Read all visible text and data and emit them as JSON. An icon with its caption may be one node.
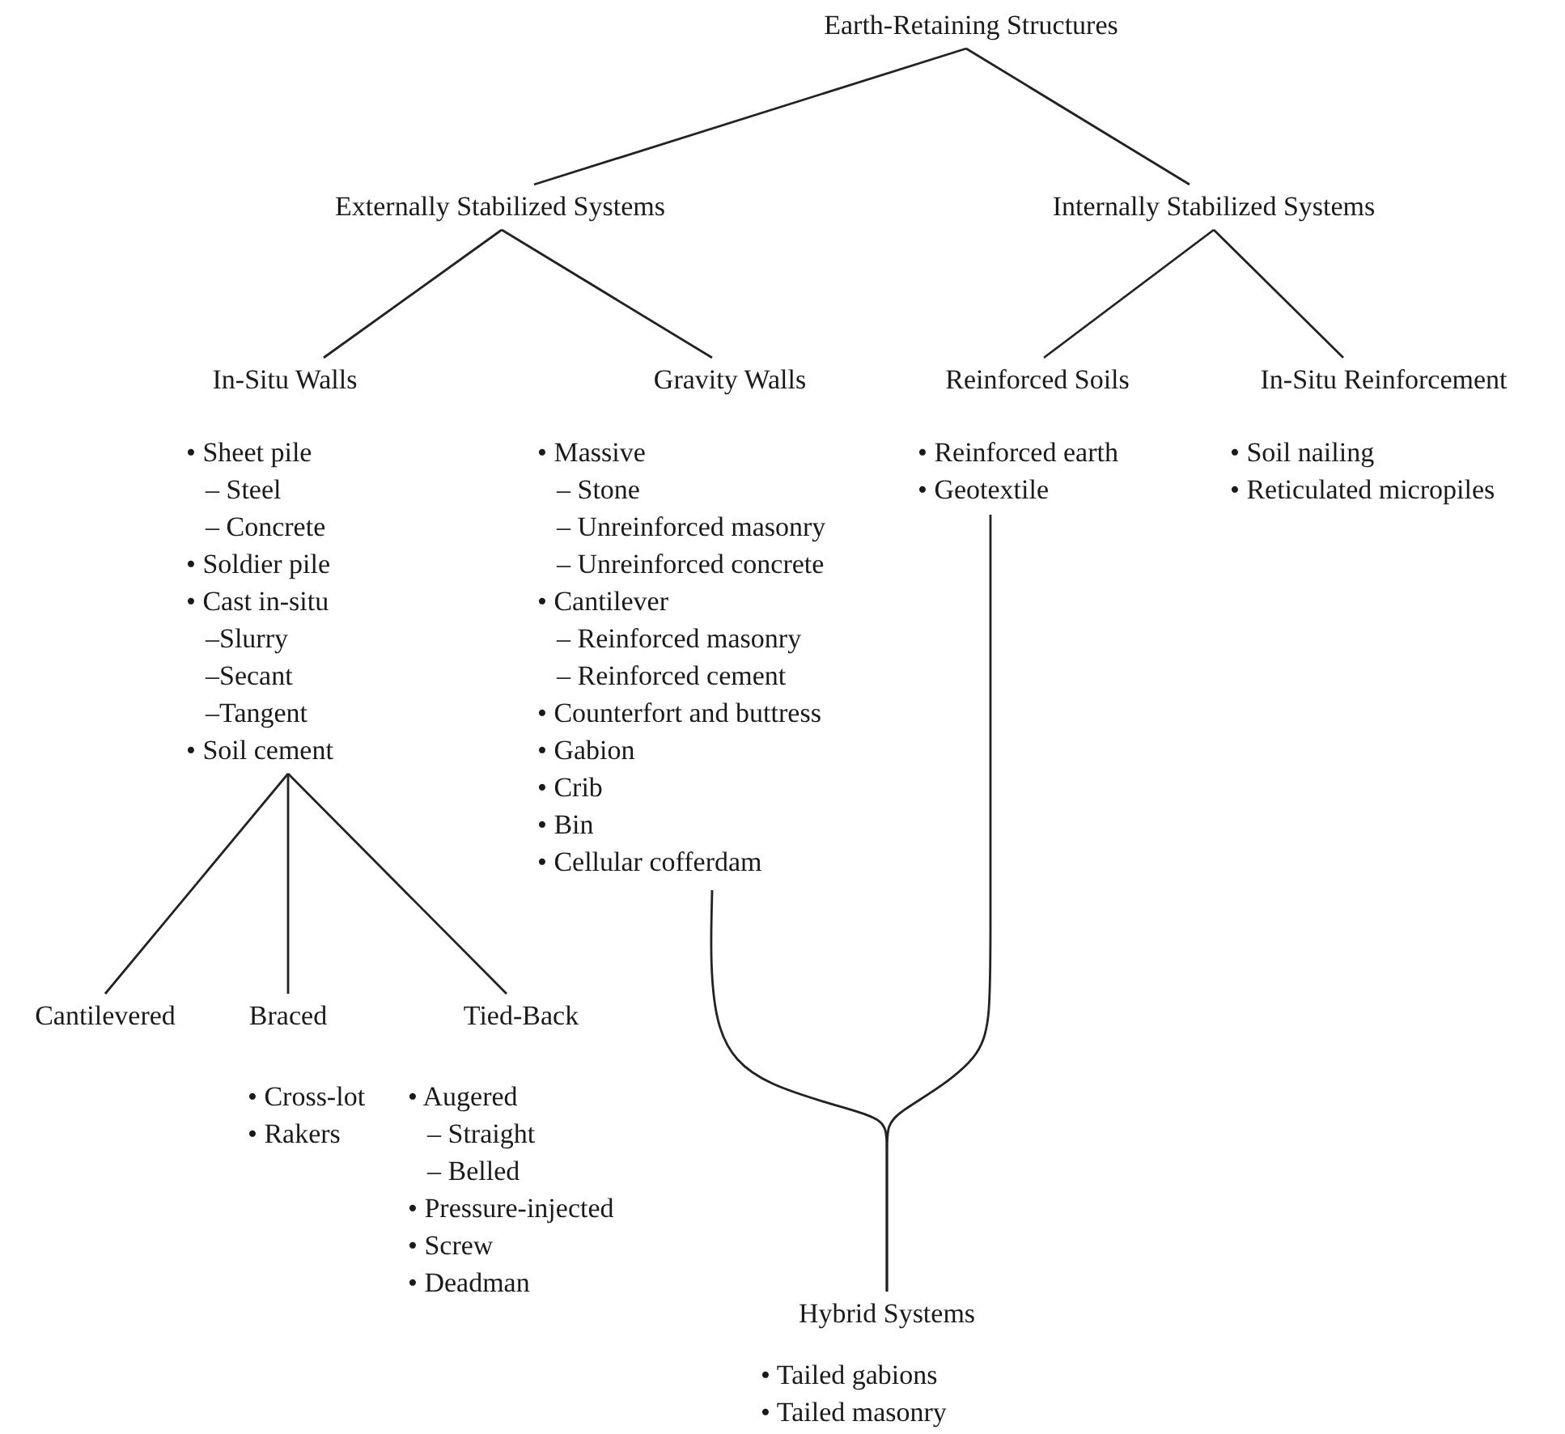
{
  "diagram": {
    "nodes": [
      {
        "text": [
          "Earth-Retaining Structures"
        ]
      },
      {
        "text": [
          "Externally Stabilized Systems"
        ]
      },
      {
        "text": [
          "Internally Stabilized Systems"
        ]
      },
      {
        "text": [
          "In-Situ Walls"
        ]
      },
      {
        "text": [
          "Gravity Walls"
        ]
      },
      {
        "text": [
          "Reinforced Soils"
        ]
      },
      {
        "text": [
          "In-Situ Reinforcement"
        ]
      },
      {
        "text": [
          "• Sheet pile",
          "– Steel",
          "– Concrete",
          "• Soldier pile",
          "• Cast in-situ",
          "–Slurry",
          "–Secant",
          "–Tangent",
          "• Soil cement"
        ]
      },
      {
        "text": [
          "• Massive",
          "– Stone",
          "– Unreinforced masonry",
          "– Unreinforced concrete",
          "• Cantilever",
          "– Reinforced masonry",
          "– Reinforced cement",
          "• Counterfort and buttress",
          "• Gabion",
          "• Crib",
          "• Bin",
          "• Cellular cofferdam"
        ]
      },
      {
        "text": [
          "• Reinforced earth",
          "• Geotextile"
        ]
      },
      {
        "text": [
          "• Soil nailing",
          "• Reticulated micropiles"
        ]
      },
      {
        "text": [
          "Cantilevered"
        ]
      },
      {
        "text": [
          "Braced"
        ]
      },
      {
        "text": [
          "Tied-Back"
        ]
      },
      {
        "text": [
          "• Cross-lot",
          "• Rakers"
        ]
      },
      {
        "text": [
          "• Augered",
          "– Straight",
          "– Belled",
          "• Pressure-injected",
          "• Screw",
          "• Deadman"
        ]
      },
      {
        "text": [
          "Hybrid Systems"
        ]
      },
      {
        "text": [
          "• Tailed gabions",
          "• Tailed masonry"
        ]
      }
    ],
    "edges": [
      {
        "from": 0,
        "to": 1,
        "arrow": "none"
      },
      {
        "from": 0,
        "to": 2,
        "arrow": "none"
      },
      {
        "from": 1,
        "to": 3,
        "arrow": "none"
      },
      {
        "from": 1,
        "to": 4,
        "arrow": "none"
      },
      {
        "from": 2,
        "to": 5,
        "arrow": "none"
      },
      {
        "from": 2,
        "to": 6,
        "arrow": "none"
      },
      {
        "from": 7,
        "to": 11,
        "arrow": "none"
      },
      {
        "from": 7,
        "to": 12,
        "arrow": "none"
      },
      {
        "from": 7,
        "to": 13,
        "arrow": "none"
      },
      {
        "from": 8,
        "to": 16,
        "arrow": "none"
      },
      {
        "from": 9,
        "to": 16,
        "arrow": "none"
      }
    ]
  }
}
